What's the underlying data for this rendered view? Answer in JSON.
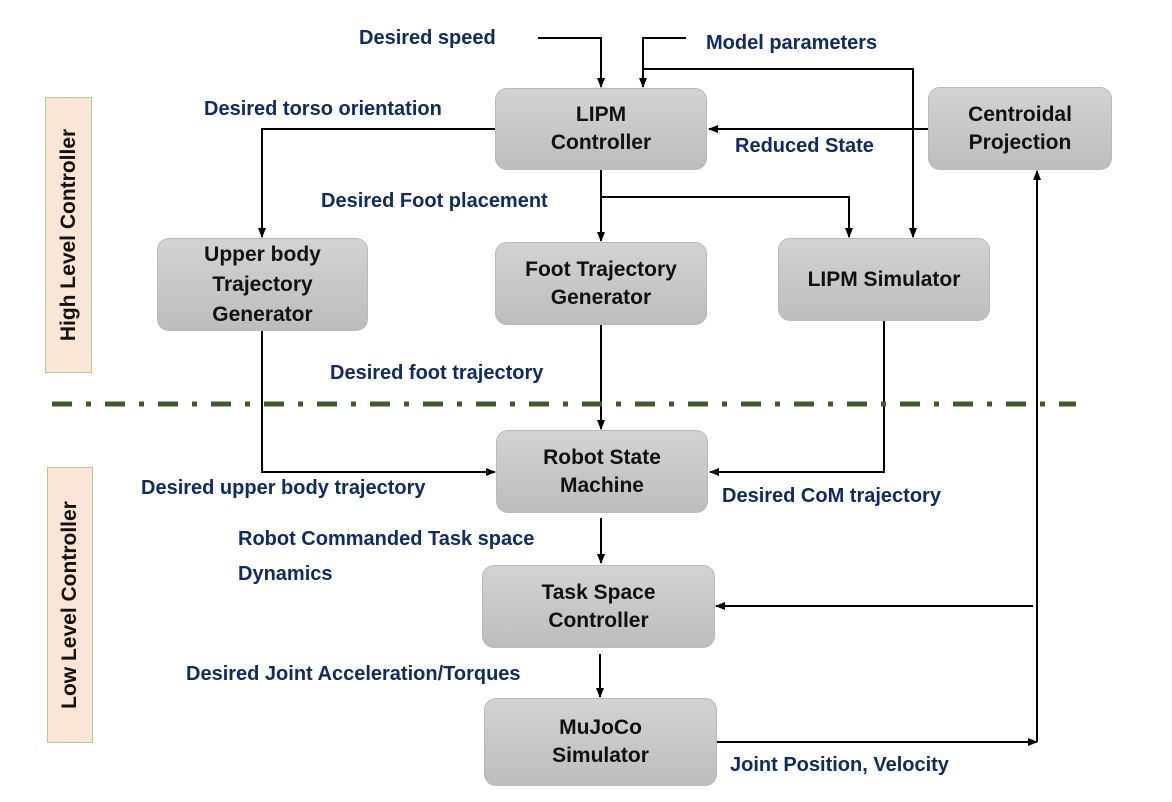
{
  "diagram": {
    "sections": {
      "high": "High Level Controller",
      "low": "Low Level Controller"
    },
    "nodes": {
      "lipm_controller": [
        "LIPM",
        "Controller"
      ],
      "centroidal": [
        "Centroidal",
        "Projection"
      ],
      "upper_body": [
        "Upper body",
        "Trajectory",
        "Generator"
      ],
      "foot_traj": [
        "Foot Trajectory",
        "Generator"
      ],
      "lipm_sim": [
        "LIPM Simulator"
      ],
      "robot_sm": [
        "Robot State",
        "Machine"
      ],
      "task_space": [
        "Task Space",
        "Controller"
      ],
      "mujoco": [
        "MuJoCo",
        "Simulator"
      ]
    },
    "edges": {
      "desired_speed": "Desired speed",
      "model_params": "Model parameters",
      "torso": "Desired torso orientation",
      "reduced_state": "Reduced State",
      "foot_placement": "Desired Foot placement",
      "foot_traj": "Desired foot trajectory",
      "upper_traj": "Desired upper body trajectory",
      "com_traj": "Desired CoM trajectory",
      "task_dyn_1": "Robot Commanded Task space",
      "task_dyn_2": "Dynamics",
      "joint_acc": "Desired Joint Acceleration/Torques",
      "joint_pos": "Joint Position, Velocity"
    },
    "colors": {
      "label": "#0f2b66",
      "divider": "#3d5c26",
      "band_fill": "#fbe5d6",
      "band_border": "#a9d18e"
    }
  }
}
